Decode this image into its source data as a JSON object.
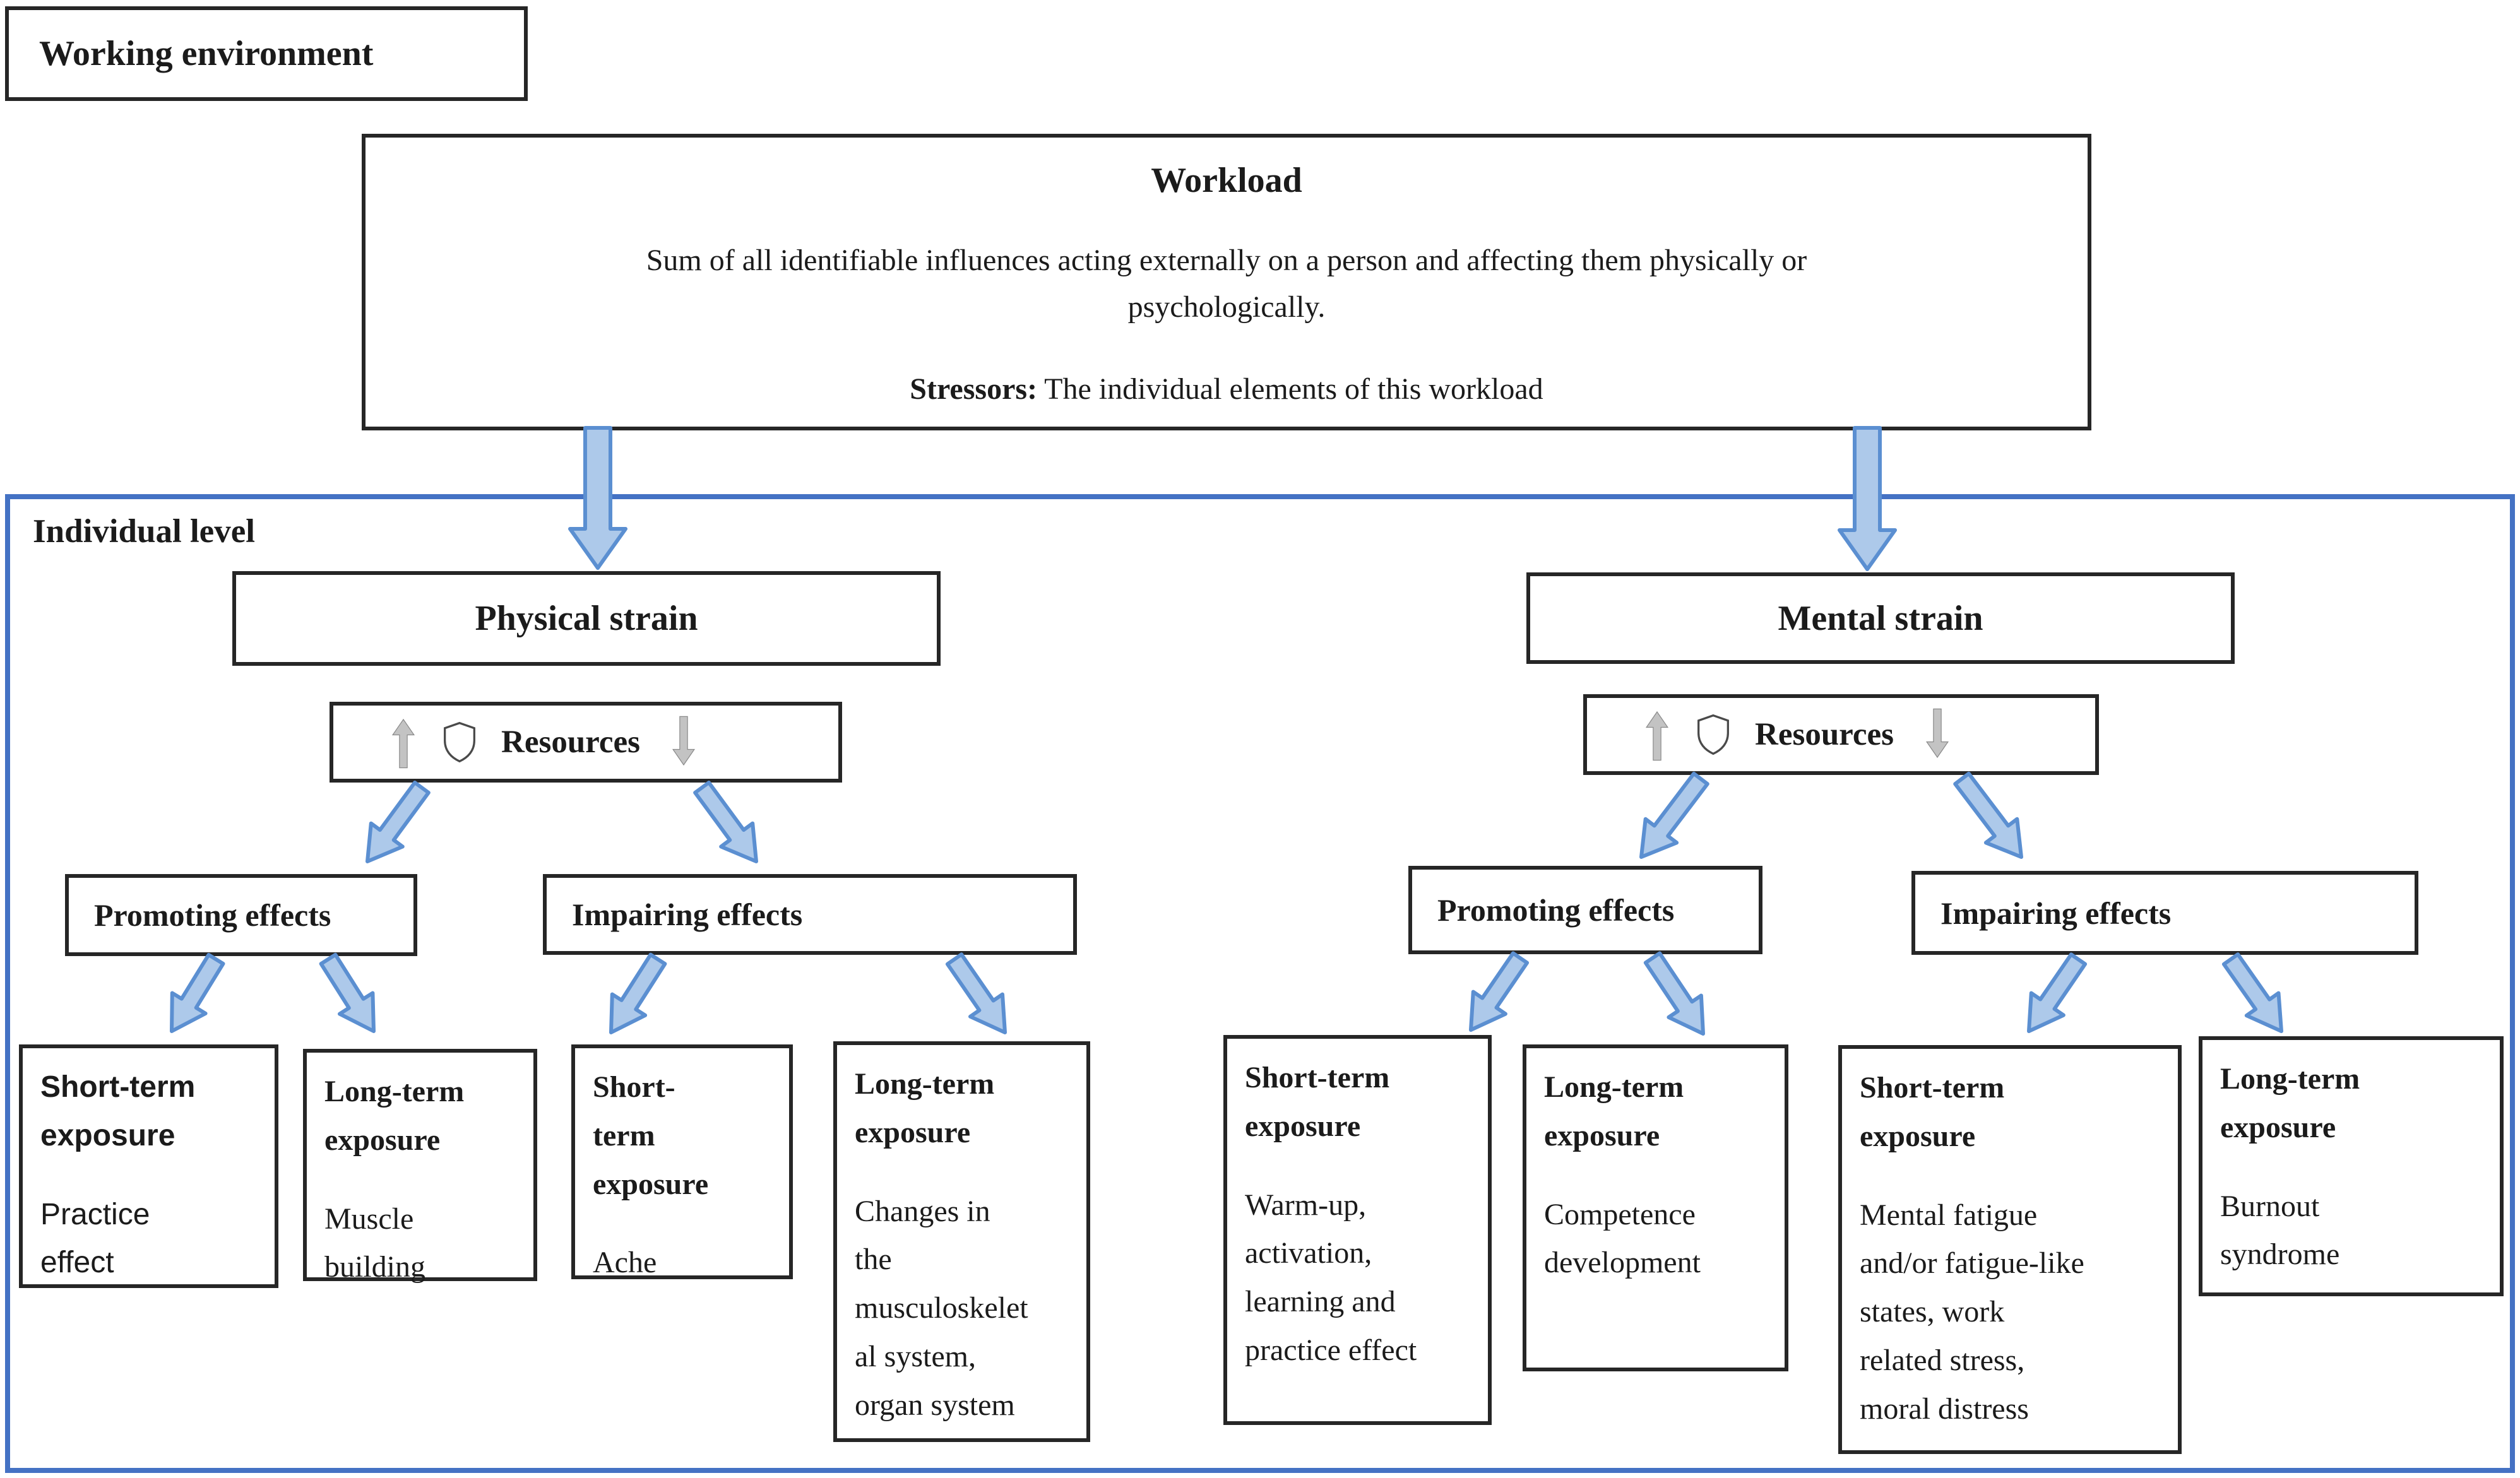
{
  "colors": {
    "frame_blue": "#4472C4",
    "arrow_fill": "#ADC9EA",
    "arrow_stroke": "#5B8FD1",
    "gray_arrow_fill": "#C3C3C3",
    "gray_arrow_stroke": "#8A8A8A",
    "box_border": "#262626"
  },
  "working_environment": {
    "label": "Working environment"
  },
  "workload": {
    "title": "Workload",
    "description": "Sum of all identifiable influences acting externally on a person and affecting them physically or\npsychologically.",
    "stressors_label": "Stressors:",
    "stressors_text": " The individual elements of this workload"
  },
  "individual_level": {
    "label": "Individual level"
  },
  "physical": {
    "strain_label": "Physical strain",
    "resources_label": "Resources",
    "promoting_label": "Promoting effects",
    "impairing_label": "Impairing effects",
    "outcomes": [
      {
        "heading": "Short-term\nexposure",
        "body": "Practice\neffect"
      },
      {
        "heading": "Long-term\nexposure",
        "body": "Muscle\nbuilding"
      },
      {
        "heading": "Short-\nterm\nexposure",
        "body": "Ache"
      },
      {
        "heading": "Long-term\nexposure",
        "body": "Changes in\nthe\nmusculoskelet\nal system,\norgan system"
      }
    ]
  },
  "mental": {
    "strain_label": "Mental strain",
    "resources_label": "Resources",
    "promoting_label": "Promoting effects",
    "impairing_label": "Impairing effects",
    "outcomes": [
      {
        "heading": "Short-term\nexposure",
        "body": "Warm-up,\nactivation,\nlearning and\npractice effect"
      },
      {
        "heading": "Long-term\nexposure",
        "body": "Competence\ndevelopment"
      },
      {
        "heading": "Short-term\nexposure",
        "body": "Mental fatigue\nand/or fatigue-like\nstates, work\nrelated stress,\nmoral distress"
      },
      {
        "heading": "Long-term\nexposure",
        "body": "Burnout\nsyndrome"
      }
    ]
  }
}
